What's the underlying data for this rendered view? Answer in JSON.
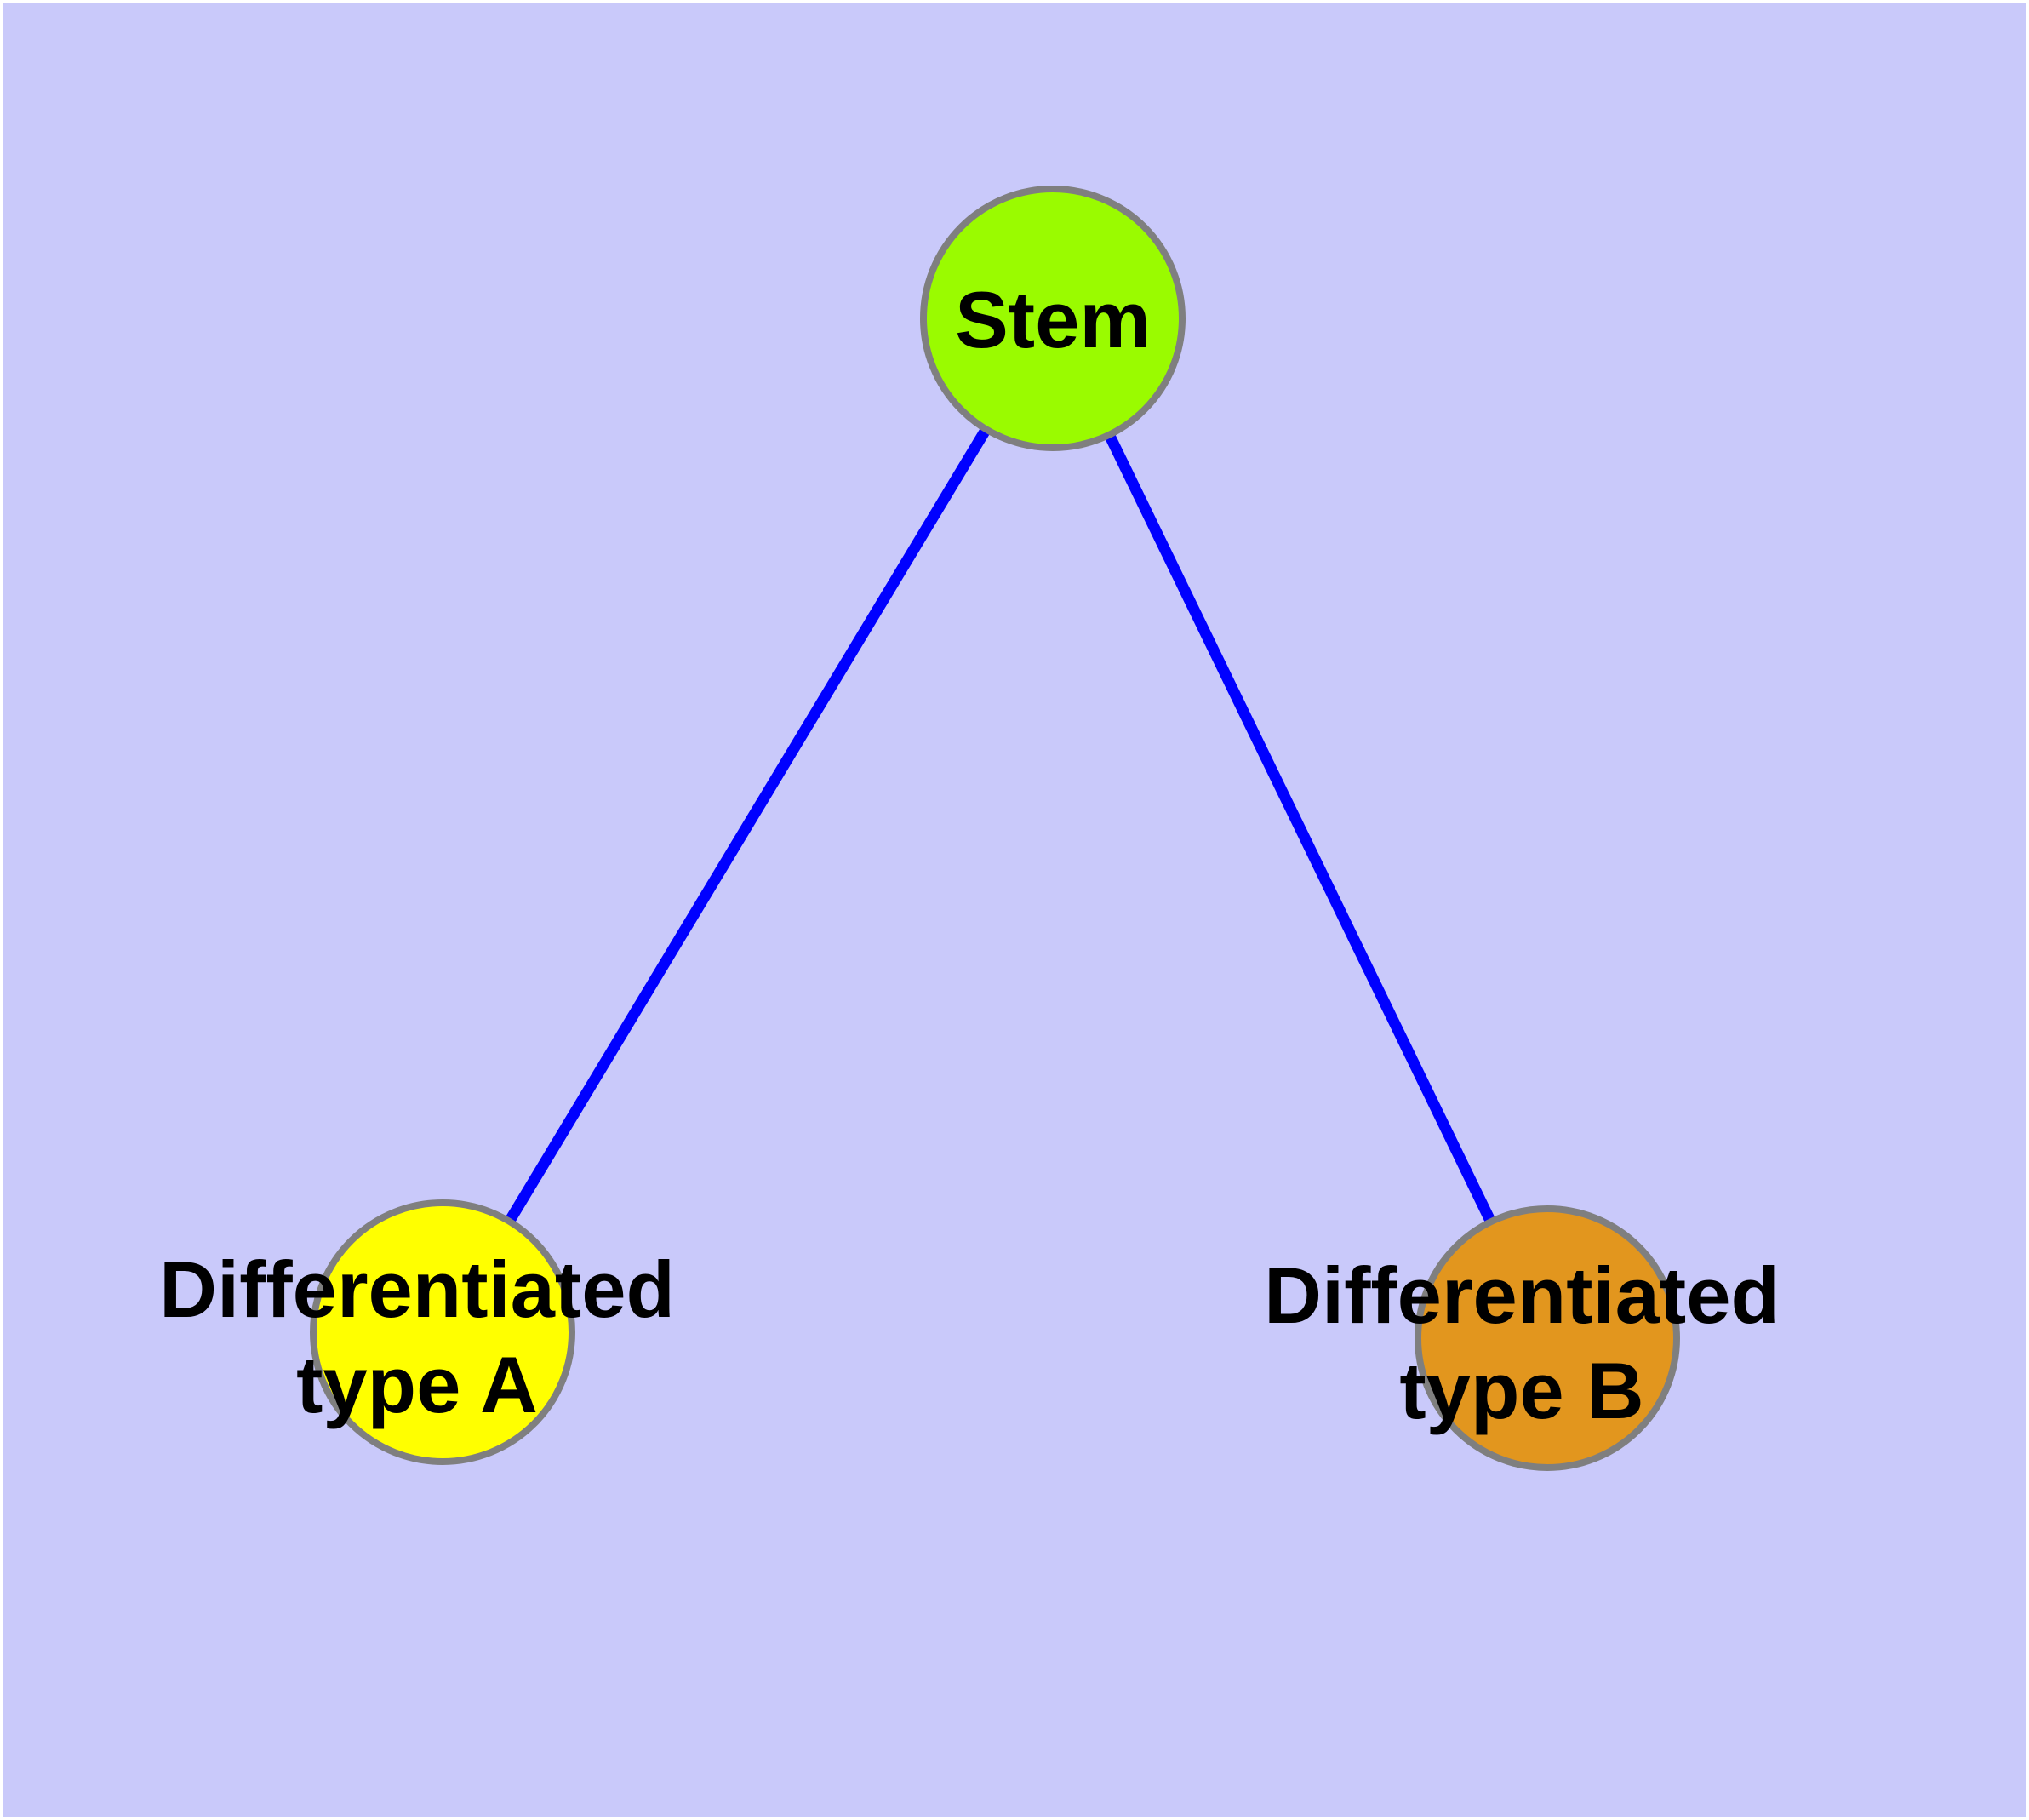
{
  "colors": {
    "frame": "#FFFFFF",
    "background": "#C9C9FA",
    "edge": "#0000FF",
    "node_border": "#7F7F7F",
    "label": "#000000",
    "stem_fill": "#9AFB00",
    "type_a_fill": "#FFFF00",
    "type_b_fill": "#E2961E"
  },
  "nodes": {
    "stem": {
      "label": "Stem"
    },
    "type_a": {
      "line1": "Differentiated",
      "line2": "type A"
    },
    "type_b": {
      "line1": "Differentiated",
      "line2": "type B"
    }
  },
  "edges": [
    {
      "from": "Stem",
      "to": "Differentiated type A"
    },
    {
      "from": "Stem",
      "to": "Differentiated type B"
    }
  ]
}
